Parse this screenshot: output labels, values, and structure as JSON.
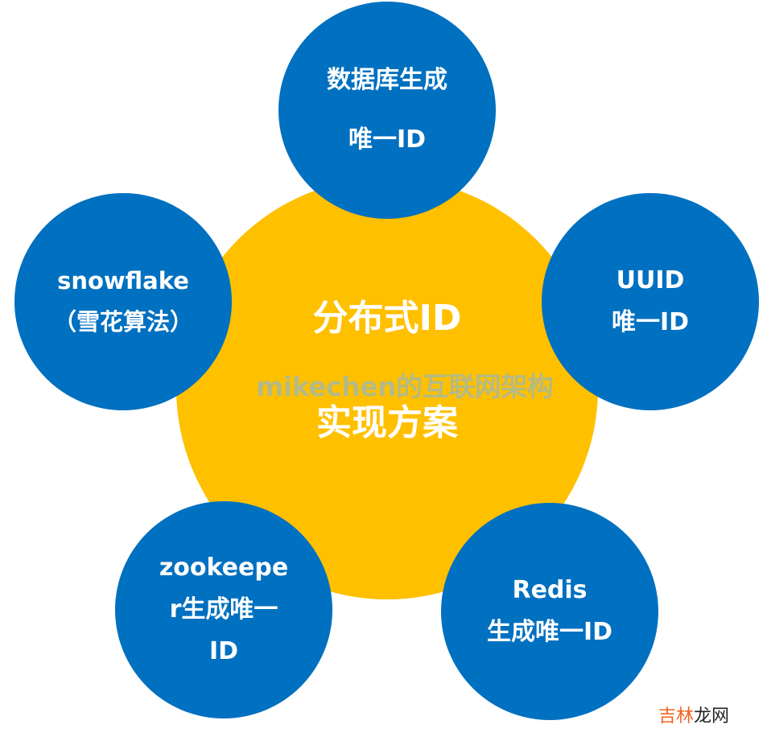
{
  "center": {
    "line1": "分布式ID",
    "line2": "实现方案"
  },
  "nodes": {
    "top": {
      "line1": "数据库生成",
      "line2": "唯一ID"
    },
    "right": {
      "line1": "UUID",
      "line2": "唯一ID"
    },
    "left": {
      "line1": "snowflake",
      "line2": "（雪花算法）"
    },
    "bottom_left": {
      "line1": "zookeepe",
      "line2": "r生成唯一",
      "line3": "ID"
    },
    "bottom_right": {
      "line1": "Redis",
      "line2": "生成唯一ID"
    }
  },
  "watermark": "mikechen的互联网架构",
  "site": {
    "part1": "吉林",
    "part2": "龙网"
  },
  "colors": {
    "center": "#FFC000",
    "node": "#0070C0",
    "text": "#FFFFFF"
  }
}
